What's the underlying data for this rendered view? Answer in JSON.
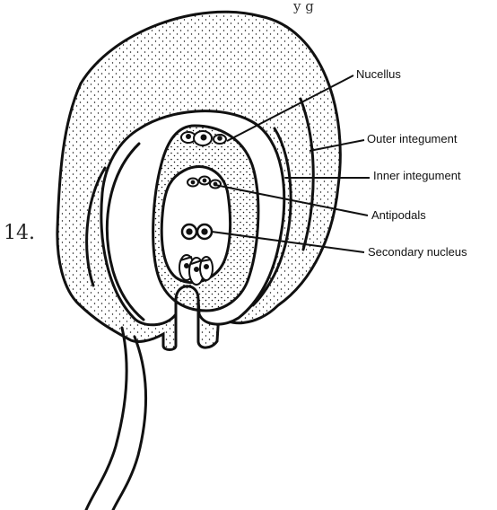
{
  "question": {
    "number": "14.",
    "top_fragment": "y       g"
  },
  "diagram": {
    "labels": {
      "nucellus": "Nucellus",
      "outer_integument": "Outer integument",
      "inner_integument": "Inner integument",
      "antipodals": "Antipodals",
      "secondary_nucleus": "Secondary nucleus"
    },
    "colors": {
      "ink": "#111111",
      "background": "#ffffff"
    }
  }
}
